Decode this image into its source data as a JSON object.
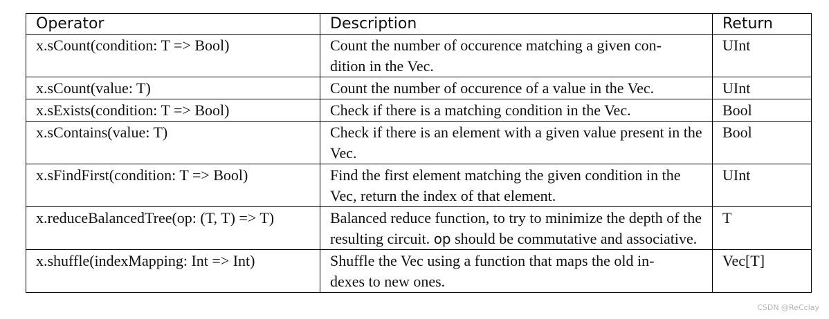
{
  "table": {
    "headers": {
      "operator": "Operator",
      "description": "Description",
      "return": "Return"
    },
    "rows": [
      {
        "operator": "x.sCount(condition: T => Bool)",
        "description": "Count the number of occurence matching a given con-dition in the Vec.",
        "return": "UInt"
      },
      {
        "operator": "x.sCount(value: T)",
        "description": "Count the number of occurence of a value in the Vec.",
        "return": "UInt"
      },
      {
        "operator": "x.sExists(condition: T => Bool)",
        "description": "Check if there is a matching condition in the Vec.",
        "return": "Bool"
      },
      {
        "operator": "x.sContains(value: T)",
        "description": "Check if there is an element with a given value present in the Vec.",
        "return": "Bool"
      },
      {
        "operator": "x.sFindFirst(condition: T => Bool)",
        "description": "Find the first element matching the given condition in the Vec, return the index of that element.",
        "return": "UInt"
      },
      {
        "operator": "x.reduceBalancedTree(op: (T, T) => T)",
        "description_parts": {
          "before": "Balanced reduce function, to try to minimize the depth of the resulting circuit. ",
          "code": "op",
          "after": " should be commutative and associative."
        },
        "return": "T"
      },
      {
        "operator": "x.shuffle(indexMapping: Int => Int)",
        "description": "Shuffle the Vec using a function that maps the old in-dexes to new ones.",
        "return": "Vec[T]"
      }
    ]
  },
  "watermark": "CSDN @ReCclay"
}
